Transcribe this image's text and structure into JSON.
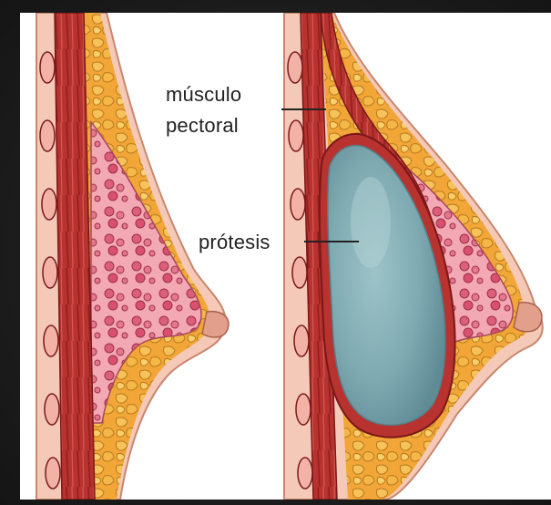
{
  "labels": {
    "muscle_line1": "músculo",
    "muscle_line2": "pectoral",
    "implant": "prótesis"
  },
  "colors": {
    "background": "#1c1c1c",
    "panel": "#ffffff",
    "skin": "#f2c3b0",
    "fat": "#f0a63a",
    "muscle": "#b02a2a",
    "gland": "#e0708c",
    "implant": "#7fa9b1"
  }
}
